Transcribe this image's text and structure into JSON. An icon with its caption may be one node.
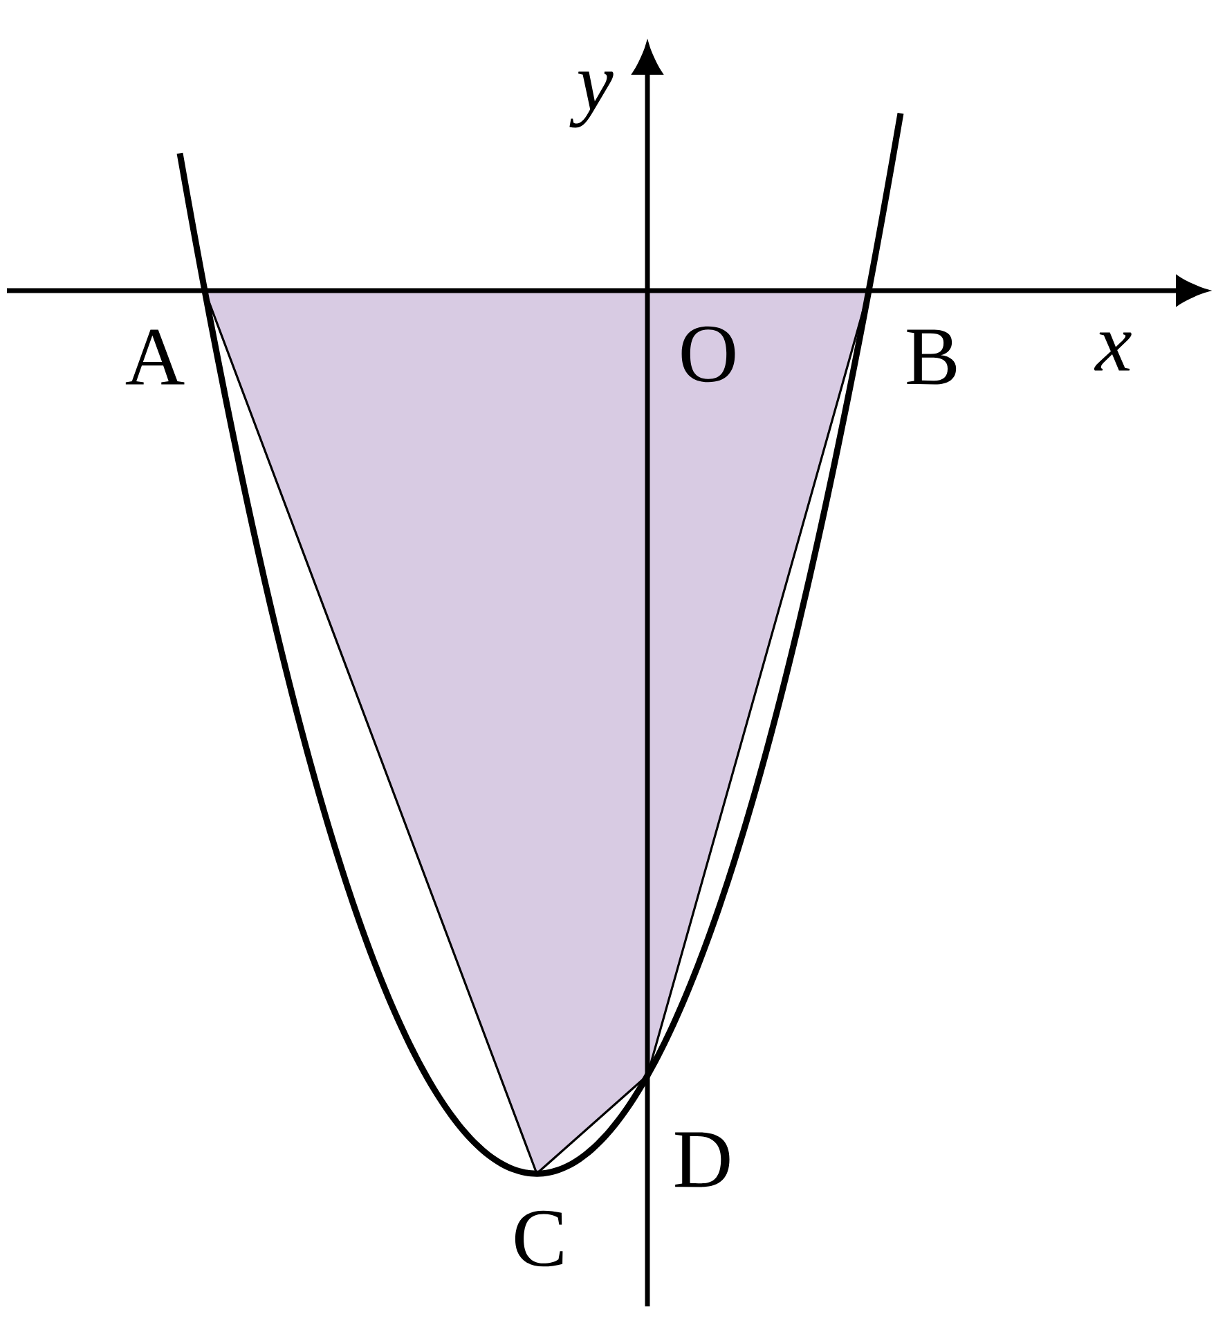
{
  "diagram": {
    "labels": [
      "y",
      "A",
      "O",
      "B",
      "x",
      "D",
      "C"
    ]
  }
}
